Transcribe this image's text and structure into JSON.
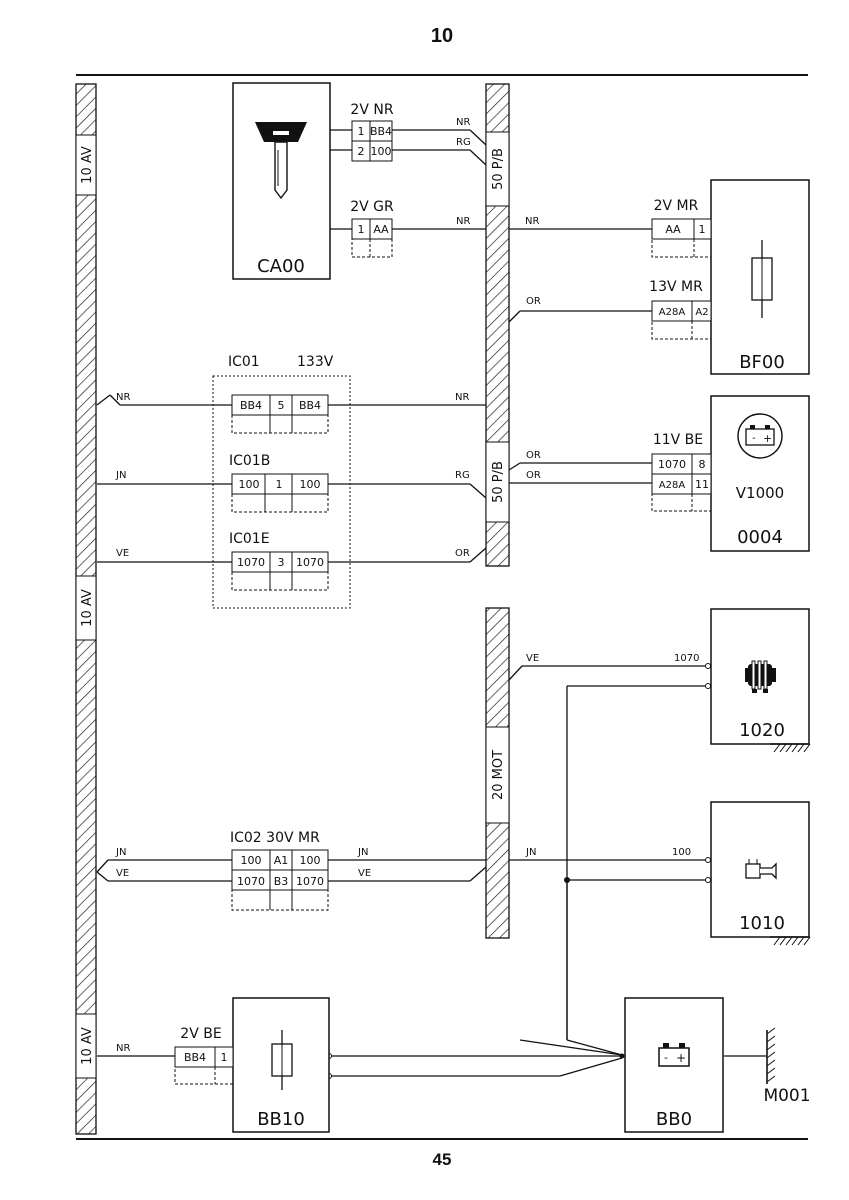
{
  "page": {
    "section_number": "10",
    "page_number": "45"
  },
  "harnesses": {
    "left_top": "10 AV",
    "left_mid": "10 AV",
    "left_bottom": "10 AV",
    "center_top": "50 P/B",
    "center_mid": "50 P/B",
    "center_motor": "20 MOT"
  },
  "components": {
    "ca00": {
      "label": "CA00"
    },
    "bf00": {
      "label": "BF00"
    },
    "v1000": {
      "label": "V1000",
      "code": "0004"
    },
    "c1020": {
      "label": "1020"
    },
    "c1010": {
      "label": "1010"
    },
    "bb10": {
      "label": "BB10"
    },
    "bb0": {
      "label": "BB0"
    },
    "m001": {
      "label": "M001"
    }
  },
  "connectors": {
    "ca00_2vnr": {
      "title": "2V NR",
      "rows": [
        [
          "1",
          "BB4"
        ],
        [
          "2",
          "100"
        ]
      ]
    },
    "ca00_2vgr": {
      "title": "2V GR",
      "rows": [
        [
          "1",
          "AA"
        ]
      ]
    },
    "bf00_2vmr": {
      "title": "2V MR",
      "rows": [
        [
          "AA",
          "1"
        ]
      ]
    },
    "bf00_13vmr": {
      "title": "13V MR",
      "rows": [
        [
          "A28A",
          "A2"
        ]
      ]
    },
    "v1000_11vbe": {
      "title": "11V BE",
      "rows": [
        [
          "1070",
          "8"
        ],
        [
          "A28A",
          "11"
        ]
      ]
    },
    "ic01_block": {
      "title_left": "IC01",
      "title_right": "133V"
    },
    "ic01": {
      "row": [
        "BB4",
        "5",
        "BB4"
      ]
    },
    "ic01b": {
      "title": "IC01B",
      "row": [
        "100",
        "1",
        "100"
      ]
    },
    "ic01e": {
      "title": "IC01E",
      "row": [
        "1070",
        "3",
        "1070"
      ]
    },
    "ic02": {
      "title": "IC02 30V MR",
      "rows": [
        [
          "100",
          "A1",
          "100"
        ],
        [
          "1070",
          "B3",
          "1070"
        ]
      ]
    },
    "bb10_2vbe": {
      "title": "2V BE",
      "rows": [
        [
          "BB4",
          "1"
        ]
      ]
    }
  },
  "wires": {
    "nr_ca00_a": "NR",
    "rg_ca00": "RG",
    "nr_ca00_b": "NR",
    "nr_bf00": "NR",
    "or_bf00": "OR",
    "nr_ic01_left": "NR",
    "nr_ic01_right": "NR",
    "jn_ic01b": "JN",
    "rg_ic01b": "RG",
    "or_v1000_a": "OR",
    "or_v1000_b": "OR",
    "ve_ic01e": "VE",
    "or_ic01e": "OR",
    "ve_1020": "VE",
    "w1070_1020": "1070",
    "jn_ic02_left": "JN",
    "ve_ic02_left": "VE",
    "jn_ic02_right": "JN",
    "ve_ic02_right": "VE",
    "jn_1010": "JN",
    "w100_1010": "100",
    "nr_bb10": "NR"
  }
}
